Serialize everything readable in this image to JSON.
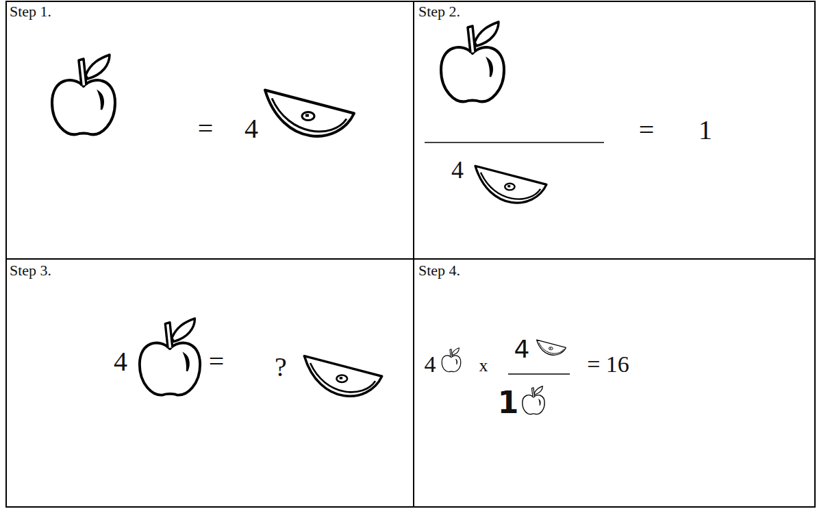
{
  "diagram": {
    "nodes": [
      {
        "text": [
          "Step 1.",
          "=",
          "4"
        ]
      },
      {
        "text": [
          "Step 2.",
          "4",
          "=",
          "1"
        ]
      },
      {
        "text": [
          "Step 3.",
          "4",
          "=",
          "?"
        ]
      },
      {
        "text": [
          "Step 4.",
          "4",
          "x",
          "4",
          "1",
          "= 16"
        ]
      }
    ]
  }
}
